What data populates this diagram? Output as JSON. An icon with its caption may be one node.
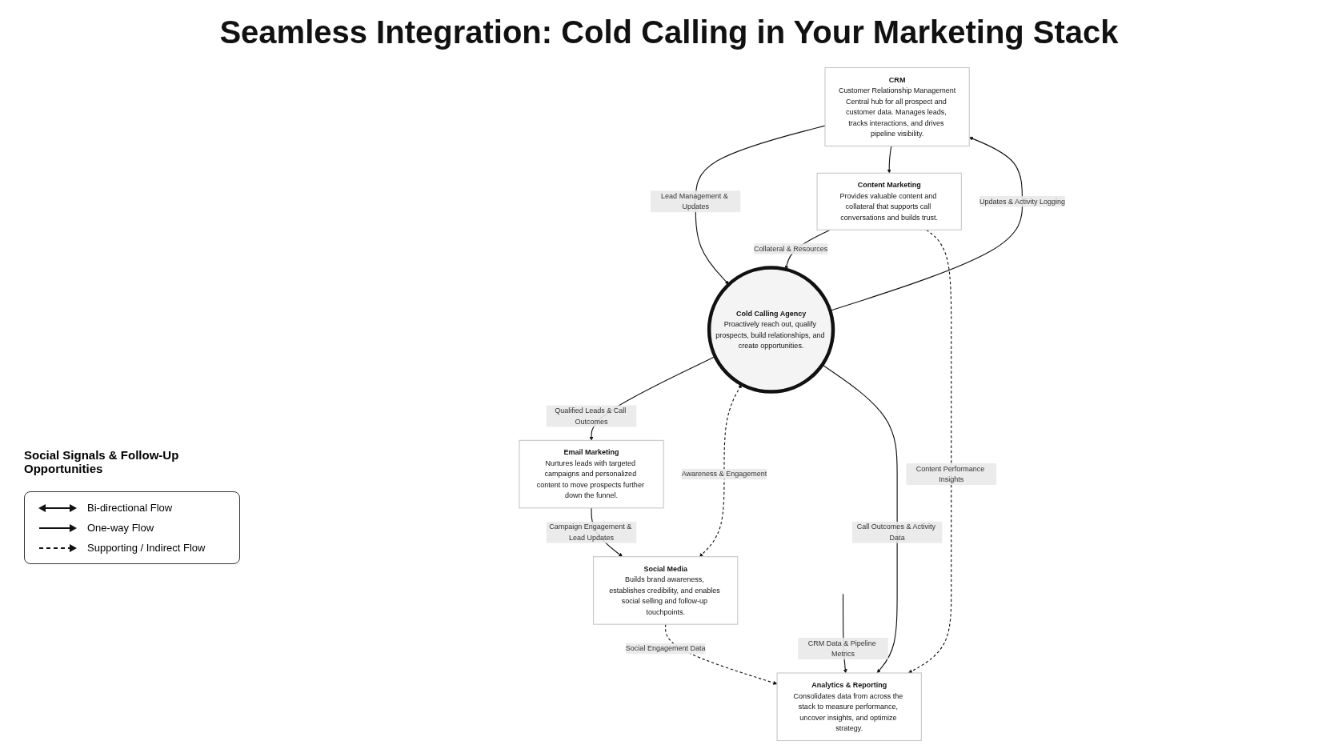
{
  "diagram": {
    "title": "Seamless Integration: Cold Calling in Your Marketing Stack",
    "nodes": [
      {
        "text": [
          "CRM",
          "Customer Relationship Management",
          "Central hub for all prospect and customer data. Manages leads, tracks interactions, and drives pipeline visibility."
        ]
      },
      {
        "text": [
          "Content Marketing",
          "Provides valuable content and collateral that supports call conversations and builds trust."
        ]
      },
      {
        "text": [
          "Cold Calling Agency",
          "Proactively reach out, qualify prospects, build relationships, and create opportunities."
        ]
      },
      {
        "text": [
          "Email Marketing",
          "Nurtures leads with targeted campaigns and personalized content to move prospects further down the funnel."
        ]
      },
      {
        "text": [
          "Social Media",
          "Builds brand awareness, establishes credibility, and enables social selling and follow-up touchpoints."
        ]
      },
      {
        "text": [
          "Analytics & Reporting",
          "Consolidates data from across the stack to measure performance, uncover insights, and optimize strategy."
        ]
      }
    ],
    "edges": [
      {
        "from": 0,
        "to": 2,
        "arrow": "to",
        "label": "Lead Management & Updates"
      },
      {
        "from": 2,
        "to": 0,
        "arrow": "to",
        "label": "Updates & Activity Logging"
      },
      {
        "from": 0,
        "to": 1,
        "arrow": "to"
      },
      {
        "from": 1,
        "to": 2,
        "arrow": "to",
        "label": "Collateral & Resources"
      },
      {
        "from": 2,
        "to": 3,
        "arrow": "to",
        "label": "Qualified Leads & Call Outcomes"
      },
      {
        "from": 3,
        "to": 4,
        "arrow": "to",
        "label": "Campaign Engagement & Lead Updates"
      },
      {
        "from": 2,
        "to": 4,
        "arrow": "both",
        "style": "dashed",
        "label": "Awareness & Engagement"
      },
      {
        "from": null,
        "to": 5,
        "arrow": "to",
        "label": "CRM Data & Pipeline Metrics"
      },
      {
        "from": 2,
        "to": 5,
        "arrow": "to",
        "label": "Call Outcomes & Activity Data"
      },
      {
        "from": 1,
        "to": 5,
        "arrow": "to",
        "style": "dashed",
        "label": "Content Performance Insights"
      },
      {
        "from": 4,
        "to": 5,
        "arrow": "to",
        "style": "dashed",
        "label": "Social Engagement Data"
      }
    ],
    "labels": [
      "Social Signals & Follow-Up Opportunities"
    ],
    "legend": [
      {
        "text": "Bi-directional Flow"
      },
      {
        "text": "One-way Flow"
      },
      {
        "text": "Supporting / Indirect Flow"
      }
    ]
  }
}
